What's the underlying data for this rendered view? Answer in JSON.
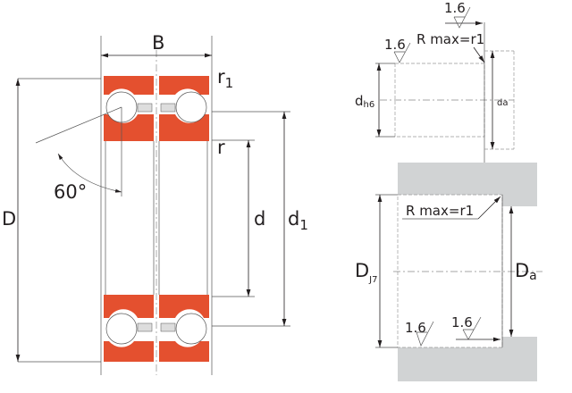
{
  "bearing": {
    "labels": {
      "B": "B",
      "r1_main": "r",
      "r1_sub": "1",
      "r": "r",
      "D": "D",
      "d": "d",
      "d1_main": "d",
      "d1_sub": "1",
      "angle": "60°"
    }
  },
  "shaft": {
    "dh6_main": "d",
    "dh6_sub": "h6",
    "da": "da",
    "rmax": "R max=r1",
    "roughness_top": "1.6",
    "roughness_left": "1.6"
  },
  "housing": {
    "dj7_main": "D",
    "dj7_sub": "J7",
    "Da_main": "D",
    "Da_sub": "a",
    "rmax": "R max=r1",
    "roughness_1": "1.6",
    "roughness_2": "1.6"
  },
  "colors": {
    "ring": "#e4502f",
    "housing": "#d1d3d4"
  }
}
